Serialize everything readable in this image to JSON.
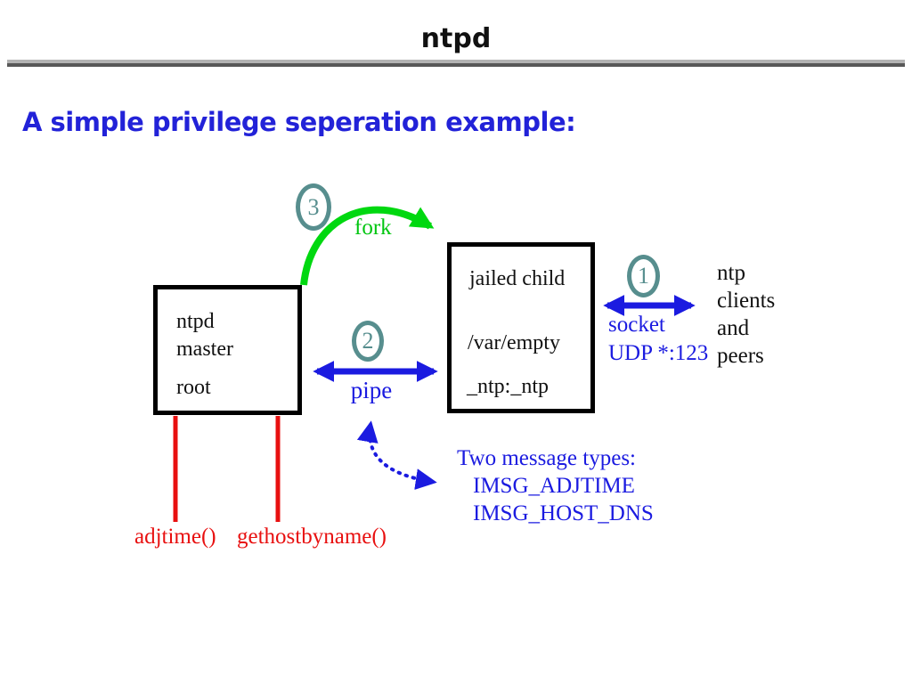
{
  "slide": {
    "title": "ntpd",
    "subtitle": "A simple privilege seperation example:"
  },
  "diagram": {
    "master_box": {
      "line1": "ntpd",
      "line2": "master",
      "line3": "root"
    },
    "child_box": {
      "line1": "jailed child",
      "line2": "/var/empty",
      "line3": "_ntp:_ntp"
    },
    "steps": {
      "socket_badge": "1",
      "pipe_badge": "2",
      "fork_badge": "3"
    },
    "labels": {
      "fork": "fork",
      "pipe": "pipe",
      "socket": "socket",
      "socket_addr": "UDP *:123",
      "peers_line1": "ntp",
      "peers_line2": "clients",
      "peers_line3": "and",
      "peers_line4": "peers",
      "messages_title": "Two message types:",
      "message1": "IMSG_ADJTIME",
      "message2": "IMSG_HOST_DNS",
      "syscall_left": "adjtime()",
      "syscall_right": "gethostbyname()"
    },
    "colors": {
      "arrow_blue": "#1b1be0",
      "fork_green": "#00d810",
      "syscall_red": "#e81010",
      "badge_teal": "#578e8e",
      "box_border": "#000000",
      "separator_light": "#b3b3b3",
      "separator_dark": "#585858"
    }
  }
}
